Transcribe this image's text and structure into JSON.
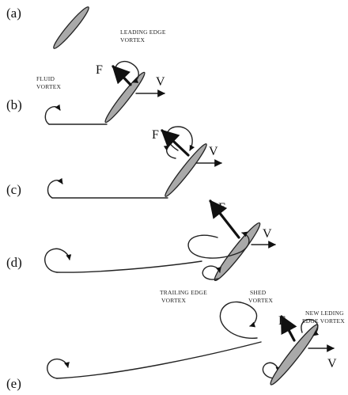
{
  "panels": [
    "(a)",
    "(b)",
    "(c)",
    "(d)",
    "(e)"
  ],
  "symbols": {
    "force": "F",
    "velocity": "V"
  },
  "annotations": {
    "leading_edge_vortex_1": "LEADING EDGE",
    "leading_edge_vortex_2": "VORTEX",
    "fluid_vortex_1": "FLUID",
    "fluid_vortex_2": "VORTEX",
    "trailing_edge_vortex_1": "TRAILING EDGE",
    "trailing_edge_vortex_2": "VORTEX",
    "shed_vortex_1": "SHED",
    "shed_vortex_2": "VORTEX",
    "new_leading_edge_vortex_1": "NEW LEDING",
    "new_leading_edge_vortex_2": "EDGE VORTEX"
  }
}
